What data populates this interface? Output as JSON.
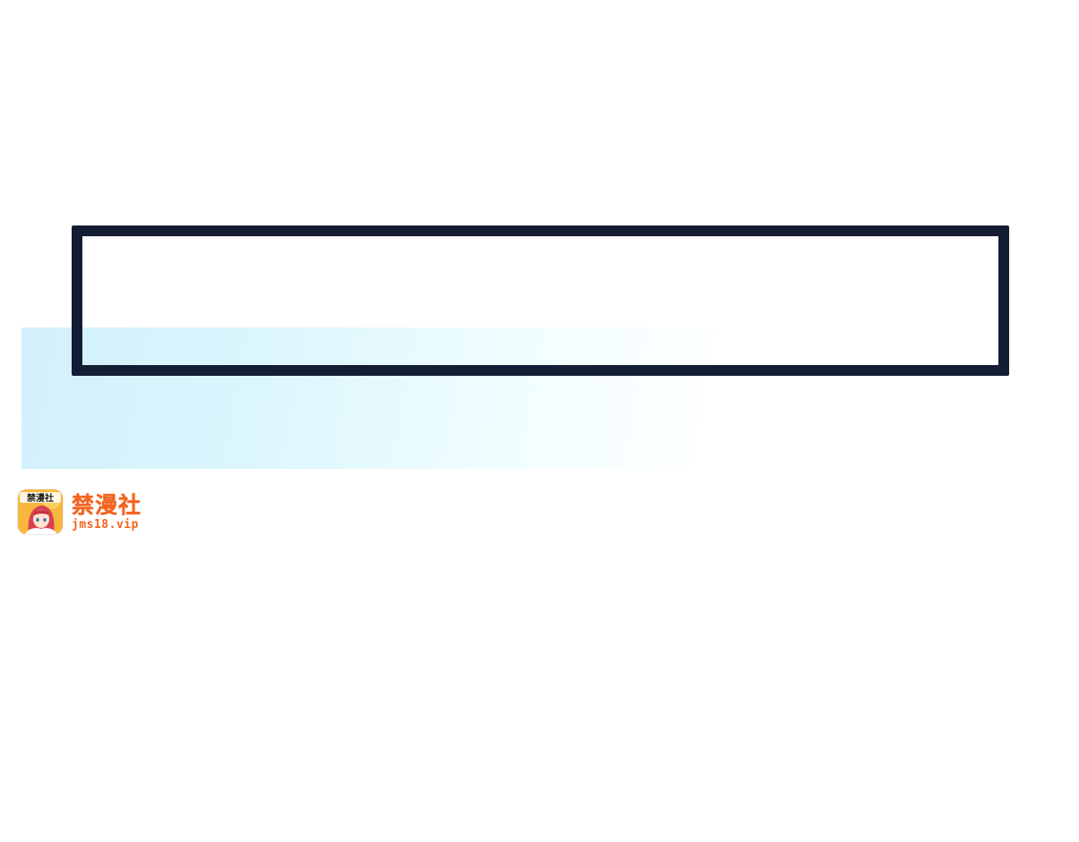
{
  "brand": {
    "name": "禁漫社",
    "url": "jms18.vip",
    "icon_text": "禁漫社",
    "color": "#f2641e"
  },
  "colors": {
    "frame_border": "#131d33",
    "gradient_start": "#d2f0fc",
    "background": "#ffffff"
  }
}
